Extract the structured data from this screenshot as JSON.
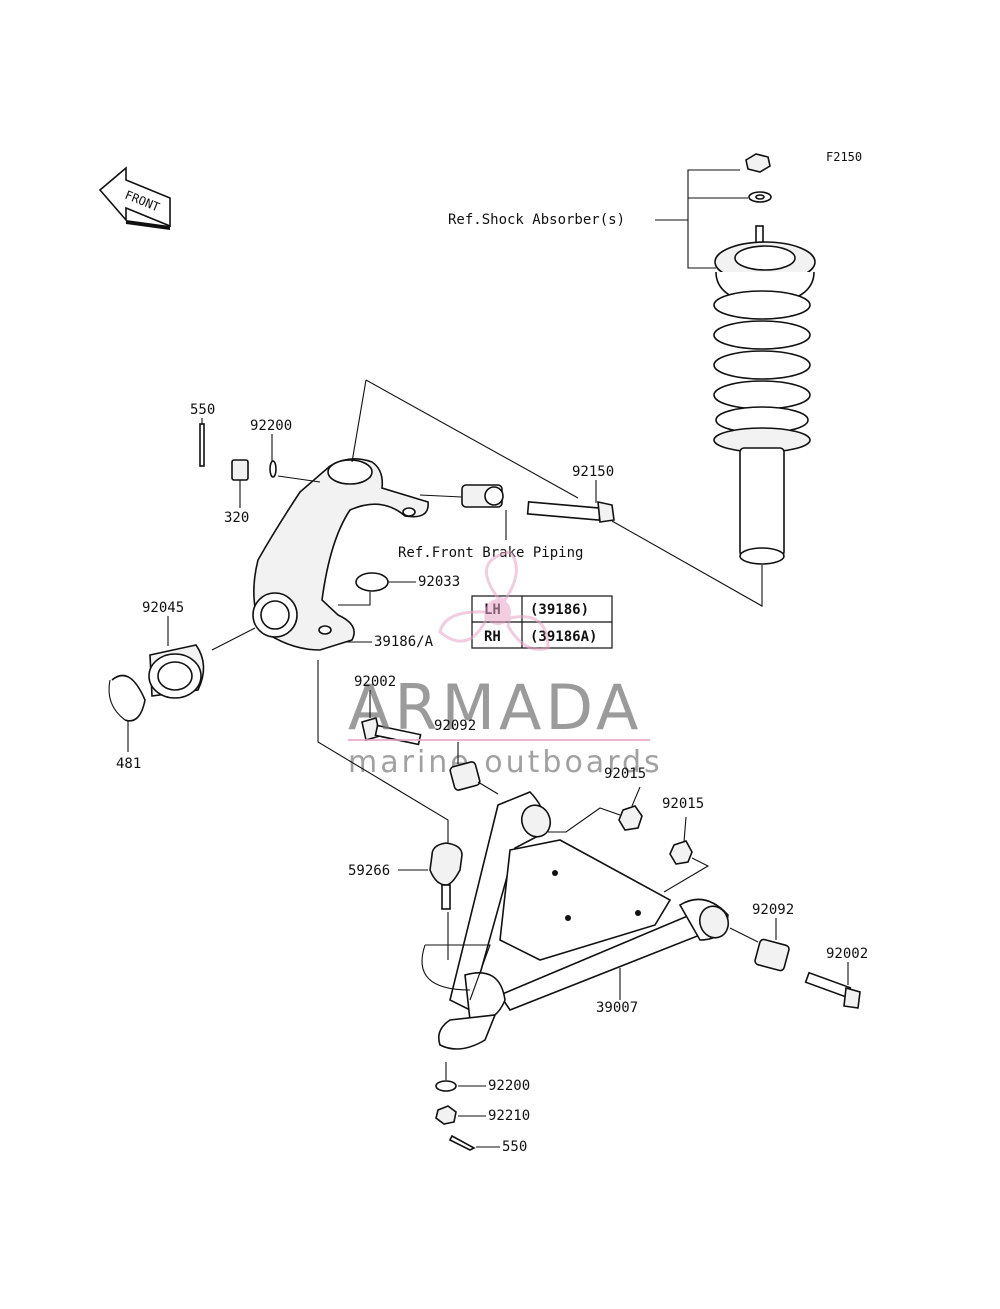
{
  "figure_code": "F2150",
  "direction_label": "FRONT",
  "references": {
    "shock_absorber": "Ref.Shock Absorber(s)",
    "brake_piping": "Ref.Front Brake Piping"
  },
  "side_table": {
    "rows": [
      {
        "side": "LH",
        "part": "(39186)"
      },
      {
        "side": "RH",
        "part": "(39186A)"
      }
    ]
  },
  "part_labels": {
    "p550_top": "550",
    "p92200_top": "92200",
    "p320": "320",
    "p92150": "92150",
    "p92033": "92033",
    "p92045": "92045",
    "p39186": "39186/A",
    "p481": "481",
    "p92002_top": "92002",
    "p92092_top": "92092",
    "p92015_a": "92015",
    "p92015_b": "92015",
    "p59266": "59266",
    "p92092_right": "92092",
    "p92002_right": "92002",
    "p39007": "39007",
    "p92200_bottom": "92200",
    "p92210": "92210",
    "p550_bottom": "550"
  },
  "watermark": {
    "title": "ARMADA",
    "subtitle": "marine outboards",
    "accent_color": "#e9a3c6"
  }
}
